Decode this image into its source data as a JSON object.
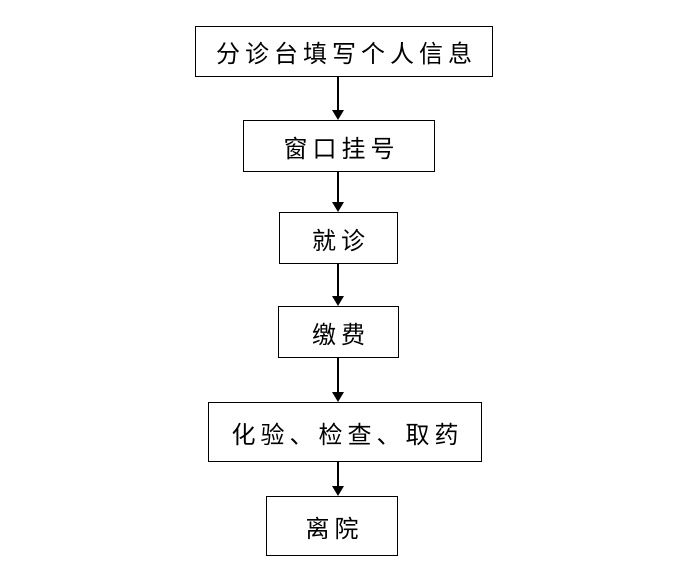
{
  "diagram": {
    "type": "flowchart",
    "orientation": "vertical",
    "colors": {
      "background": "#ffffff",
      "box_border": "#000000",
      "text": "#000000",
      "arrow": "#000000"
    },
    "steps": [
      {
        "id": "triage-form",
        "label": "分诊台填写个人信息"
      },
      {
        "id": "registration",
        "label": "窗口挂号"
      },
      {
        "id": "consultation",
        "label": "就诊"
      },
      {
        "id": "payment",
        "label": "缴费"
      },
      {
        "id": "tests-pickup",
        "label": "化验、检查、取药"
      },
      {
        "id": "discharge",
        "label": "离院"
      }
    ],
    "connections": [
      {
        "from": "triage-form",
        "to": "registration",
        "style": "solid-arrow-down"
      },
      {
        "from": "registration",
        "to": "consultation",
        "style": "solid-arrow-down"
      },
      {
        "from": "consultation",
        "to": "payment",
        "style": "solid-arrow-down"
      },
      {
        "from": "payment",
        "to": "tests-pickup",
        "style": "solid-arrow-down"
      },
      {
        "from": "tests-pickup",
        "to": "discharge",
        "style": "solid-arrow-down"
      }
    ]
  }
}
